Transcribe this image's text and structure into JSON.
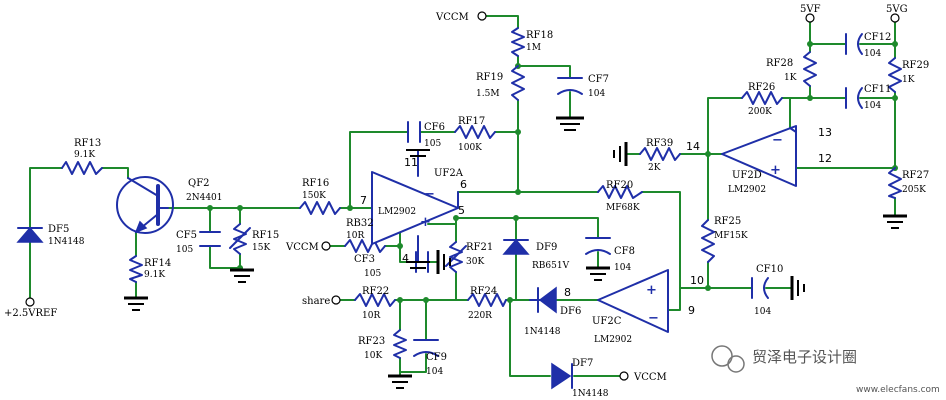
{
  "rails": {
    "vccm": "VCCM",
    "v5f": "5VF",
    "v5g": "5VG",
    "vref": "+2.5VREF",
    "share": "share"
  },
  "resistors": {
    "rf13": {
      "ref": "RF13",
      "val": "9.1K"
    },
    "rf14": {
      "ref": "RF14",
      "val": "9.1K"
    },
    "rf15": {
      "ref": "RF15",
      "val": "15K"
    },
    "rf16": {
      "ref": "RF16",
      "val": "150K"
    },
    "rf17": {
      "ref": "RF17",
      "val": "100K"
    },
    "rf18": {
      "ref": "RF18",
      "val": "1M"
    },
    "rf19": {
      "ref": "RF19",
      "val": "1.5M"
    },
    "rf20": {
      "ref": "RF20",
      "val": "MF68K"
    },
    "rf21": {
      "ref": "RF21",
      "val": "30K"
    },
    "rf22": {
      "ref": "RF22",
      "val": "10R"
    },
    "rf23": {
      "ref": "RF23",
      "val": "10K"
    },
    "rf24": {
      "ref": "RF24",
      "val": "220R"
    },
    "rf25": {
      "ref": "RF25",
      "val": "MF15K"
    },
    "rf26": {
      "ref": "RF26",
      "val": "200K"
    },
    "rf27": {
      "ref": "RF27",
      "val": "205K"
    },
    "rf28": {
      "ref": "RF28",
      "val": "1K"
    },
    "rf29": {
      "ref": "RF29",
      "val": "1K"
    },
    "rf39": {
      "ref": "RF39",
      "val": "2K"
    },
    "rb32": {
      "ref": "RB32",
      "val": "10R"
    }
  },
  "capacitors": {
    "cf3": {
      "ref": "CF3",
      "val": "105"
    },
    "cf5": {
      "ref": "CF5",
      "val": "105"
    },
    "cf6": {
      "ref": "CF6",
      "val": "105"
    },
    "cf7": {
      "ref": "CF7",
      "val": "104"
    },
    "cf8": {
      "ref": "CF8",
      "val": "104"
    },
    "cf9": {
      "ref": "CF9",
      "val": "104"
    },
    "cf10": {
      "ref": "CF10",
      "val": "104"
    },
    "cf11": {
      "ref": "CF11",
      "val": "104"
    },
    "cf12": {
      "ref": "CF12",
      "val": "104"
    }
  },
  "diodes": {
    "df5": {
      "ref": "DF5",
      "val": "1N4148"
    },
    "df6": {
      "ref": "DF6",
      "val": "1N4148"
    },
    "df7": {
      "ref": "DF7",
      "val": "1N4148"
    },
    "df9": {
      "ref": "DF9",
      "val": "RB651V"
    }
  },
  "transistor": {
    "ref": "QF2",
    "val": "2N4401"
  },
  "opamps": {
    "ufa": {
      "ref": "UF2A",
      "val": "LM2902"
    },
    "ufc": {
      "ref": "UF2C",
      "val": "LM2902"
    },
    "ufd": {
      "ref": "UF2D",
      "val": "LM2902"
    }
  },
  "pins": {
    "p4": "4",
    "p5": "5",
    "p6": "6",
    "p7": "7",
    "p8": "8",
    "p9": "9",
    "p10": "10",
    "p11": "11",
    "p12": "12",
    "p13": "13",
    "p14": "14"
  },
  "watermark": {
    "main": "贸泽电子设计圈",
    "site": "www.elecfans.com"
  }
}
